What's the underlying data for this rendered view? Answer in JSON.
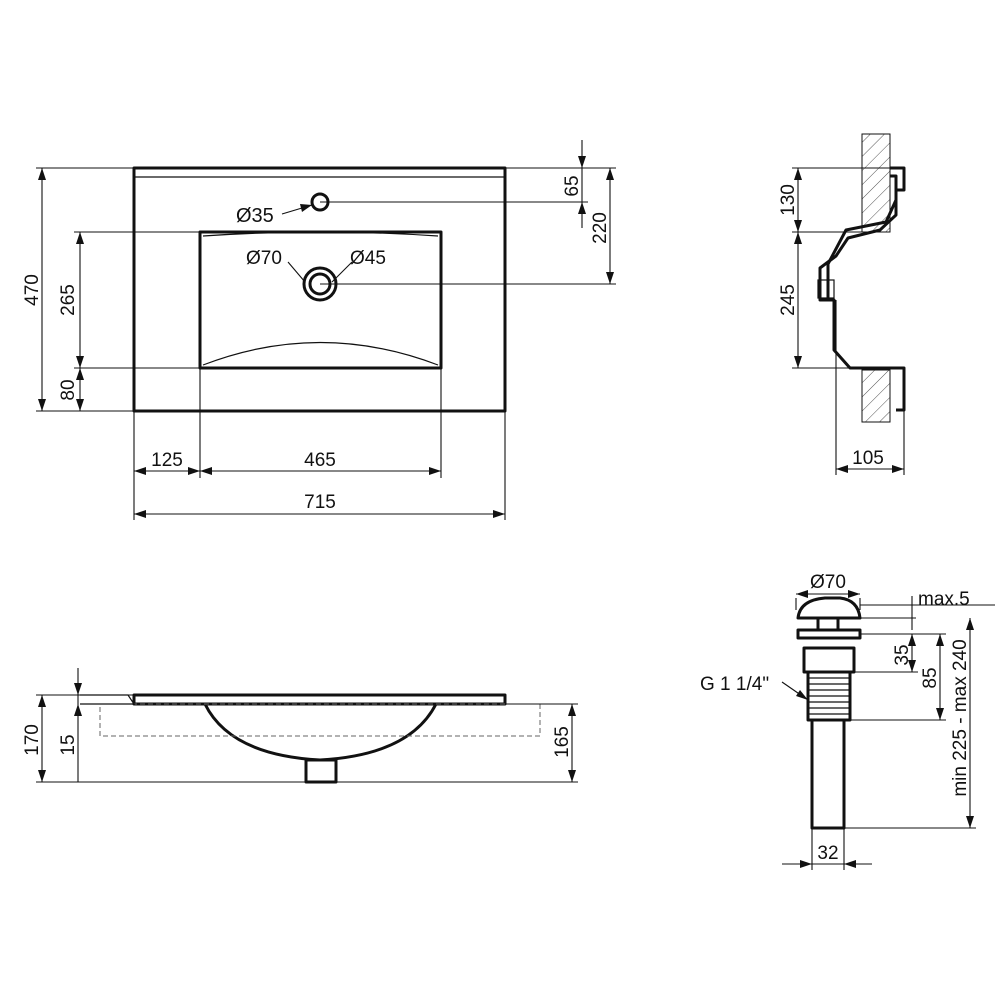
{
  "top_view": {
    "width_total": "715",
    "width_left": "125",
    "width_bowl": "465",
    "depth_total": "470",
    "bowl_depth": "265",
    "front_margin": "80",
    "tap_offset": "65",
    "drain_offset": "220",
    "tap_hole": "Ø35",
    "drain_outer": "Ø70",
    "drain_inner": "Ø45"
  },
  "side_view": {
    "top_height": "130",
    "bowl_height": "245",
    "wall_depth": "105"
  },
  "front_view": {
    "total_height": "170",
    "rim_thickness": "15",
    "body_height": "165"
  },
  "drain_view": {
    "cap_diameter": "Ø70",
    "cap_height": "max.5",
    "thread": "G 1 1/4\"",
    "nut_height": "35",
    "body_height": "85",
    "total_length": "min 225 - max 240",
    "pipe_diameter": "32"
  }
}
